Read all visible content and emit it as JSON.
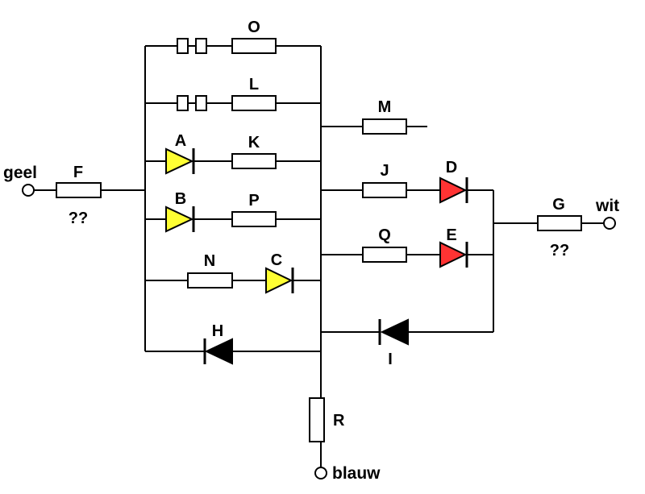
{
  "terminals": {
    "geel": "geel",
    "wit": "wit",
    "blauw": "blauw"
  },
  "resistors": {
    "F": "F",
    "G": "G",
    "O": "O",
    "L": "L",
    "K": "K",
    "P": "P",
    "N": "N",
    "M": "M",
    "J": "J",
    "Q": "Q",
    "R": "R"
  },
  "diodes": {
    "A": "A",
    "B": "B",
    "C": "C",
    "D": "D",
    "E": "E",
    "H": "H",
    "I": "I"
  },
  "unknown_marks": {
    "F": "??",
    "G": "??"
  },
  "colors": {
    "yellow_diode": "#ffff33",
    "red_diode": "#ff3333",
    "black_diode": "#000000",
    "wire": "#000000"
  }
}
